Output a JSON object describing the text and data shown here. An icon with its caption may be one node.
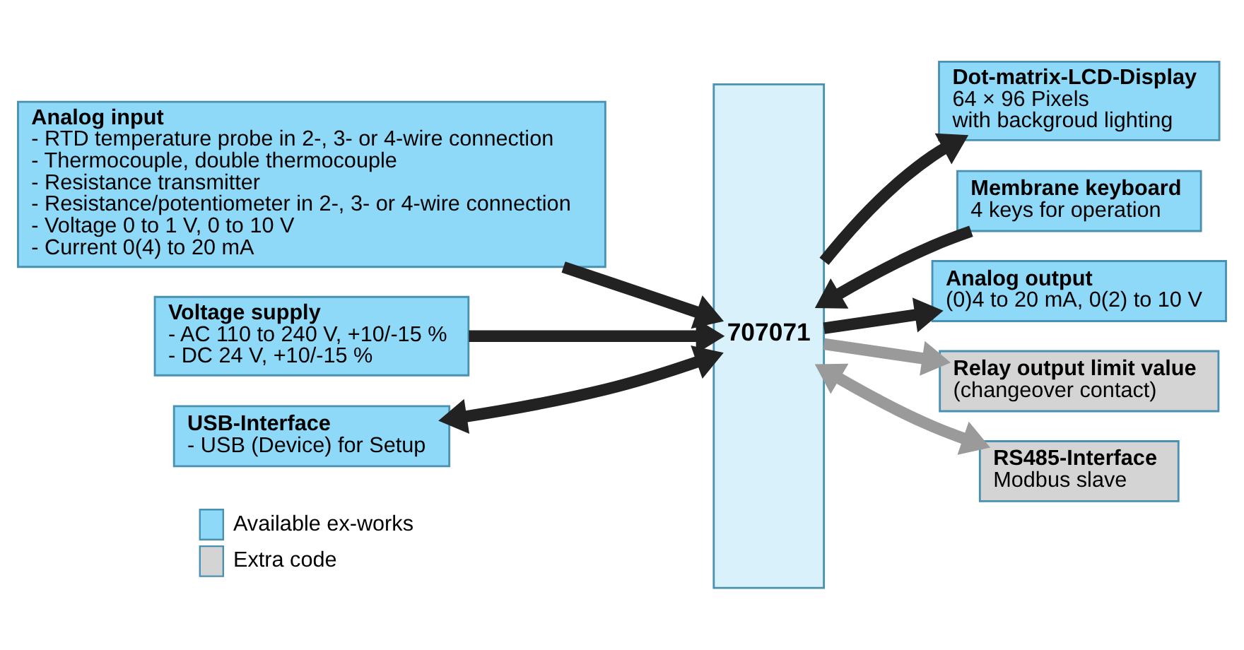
{
  "diagram": {
    "nodes": [
      {
        "text": [
          "Analog input",
          "- RTD temperature probe in 2-, 3- or 4-wire connection",
          "- Thermocouple, double thermocouple",
          "- Resistance transmitter",
          "- Resistance/potentiometer in 2-, 3- or 4-wire connection",
          "- Voltage 0 to 1 V, 0 to 10 V",
          "- Current 0(4) to 20 mA"
        ]
      },
      {
        "text": [
          "Voltage supply",
          "- AC 110 to 240 V, +10/-15 %",
          "- DC 24 V, +10/-15 %"
        ]
      },
      {
        "text": [
          "USB-Interface",
          "- USB (Device) for Setup"
        ]
      },
      {
        "text": [
          "707071"
        ]
      },
      {
        "text": [
          "Dot-matrix-LCD-Display",
          "64 × 96 Pixels",
          "with backgroud lighting"
        ]
      },
      {
        "text": [
          "Membrane keyboard",
          "4 keys for operation"
        ]
      },
      {
        "text": [
          "Analog output",
          "(0)4 to 20 mA, 0(2) to 10 V"
        ]
      },
      {
        "text": [
          "Relay output limit value",
          "(changeover contact)"
        ]
      },
      {
        "text": [
          "RS485-Interface",
          "Modbus slave"
        ]
      }
    ],
    "edges": [
      {
        "from": 0,
        "to": 3,
        "arrow": "to"
      },
      {
        "from": 1,
        "to": 3,
        "arrow": "to"
      },
      {
        "from": 2,
        "to": 3,
        "arrow": "both"
      },
      {
        "from": 3,
        "to": 4,
        "arrow": "to"
      },
      {
        "from": 5,
        "to": 3,
        "arrow": "to"
      },
      {
        "from": 3,
        "to": 6,
        "arrow": "to"
      },
      {
        "from": 3,
        "to": 7,
        "arrow": "to",
        "color": "#9a9a9a"
      },
      {
        "from": 3,
        "to": 8,
        "arrow": "both",
        "color": "#9a9a9a"
      }
    ],
    "legend": [
      {
        "text": "Available ex-works",
        "color": "#8ed8f8"
      },
      {
        "text": "Extra code",
        "color": "#d4d4d4"
      }
    ]
  }
}
